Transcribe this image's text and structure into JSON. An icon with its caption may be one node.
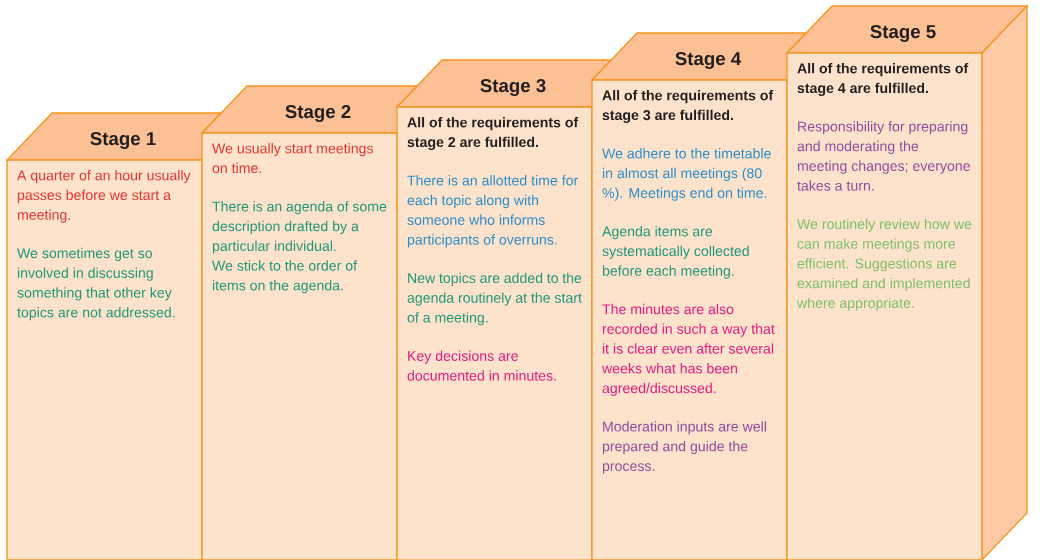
{
  "diagram": {
    "nodes": [
      {
        "text": [
          "Stage 1",
          "A quarter of an hour usually passes before we start a meeting.",
          "We sometimes get so involved in discussing something that other key topics are not addressed."
        ]
      },
      {
        "text": [
          "Stage 2",
          "We usually start meetings on time.",
          "There is an agenda of some description drafted by a particular individual.",
          "We stick to the order of items on the agenda."
        ]
      },
      {
        "text": [
          "Stage 3",
          "All of the requirements of stage 2 are fulfilled.",
          "There is an allotted time for each topic along with someone who informs participants of overruns.",
          "New topics are added to the agenda routinely at the start of a meeting.",
          "Key decisions are documented in minutes."
        ]
      },
      {
        "text": [
          "Stage 4",
          "All of the requirements of stage 3 are fulfilled.",
          "We adhere to the timetable in almost all meetings (80 %). Meetings end on time.",
          "Agenda items are systematically collected before each meeting.",
          "The minutes are also recorded in such a way that it is clear even after several weeks what has been agreed/discussed.",
          "Moderation inputs are well prepared and guide the process."
        ]
      },
      {
        "text": [
          "Stage 5",
          "All of the requirements of stage 4 are fulfilled.",
          "Responsibility for preparing and moderating the meeting changes; everyone takes a turn.",
          "We routinely review how we can make meetings more efficient. Suggestions are examined and implemented where appropriate."
        ]
      }
    ]
  }
}
